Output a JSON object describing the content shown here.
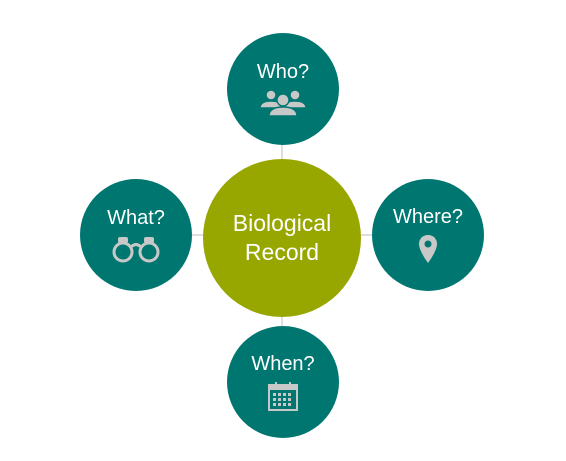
{
  "center": {
    "label_line1": "Biological",
    "label_line2": "Record"
  },
  "nodes": {
    "who": {
      "label": "Who?",
      "icon": "people-group-icon"
    },
    "what": {
      "label": "What?",
      "icon": "binoculars-icon"
    },
    "where": {
      "label": "Where?",
      "icon": "map-pin-icon"
    },
    "when": {
      "label": "When?",
      "icon": "calendar-icon"
    }
  },
  "colors": {
    "outer_circle": "#007670",
    "center_circle": "#98a700",
    "connector": "#c9c9c9",
    "icon": "#c8c8c8",
    "text": "#ffffff"
  }
}
